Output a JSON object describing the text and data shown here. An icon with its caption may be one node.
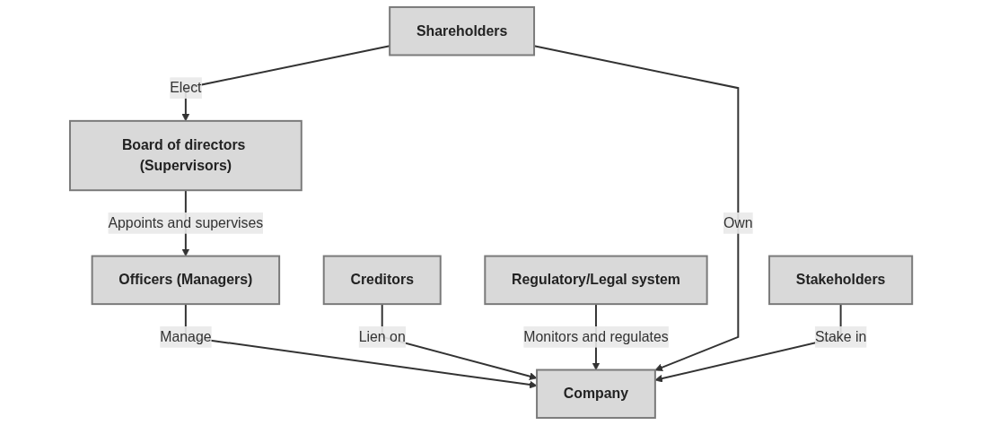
{
  "diagram": {
    "nodes": [
      {
        "text": [
          "Shareholders"
        ]
      },
      {
        "text": [
          "Board of directors (Supervisors)"
        ]
      },
      {
        "text": [
          "Stakeholders"
        ]
      },
      {
        "text": [
          "Officers (Managers)"
        ]
      },
      {
        "text": [
          "Creditors"
        ]
      },
      {
        "text": [
          "Regulatory/Legal system"
        ]
      },
      {
        "text": [
          "Company"
        ]
      }
    ],
    "edges": [
      {
        "from": 0,
        "to": 1,
        "arrow": "to",
        "label": "Elect"
      },
      {
        "from": 1,
        "to": 3,
        "arrow": "to",
        "label": "Appoints and supervises"
      },
      {
        "from": 3,
        "to": 6,
        "arrow": "to",
        "label": "Manage"
      },
      {
        "from": 4,
        "to": 6,
        "arrow": "to",
        "label": "Lien on"
      },
      {
        "from": 5,
        "to": 6,
        "arrow": "to",
        "label": "Monitors and regulates"
      },
      {
        "from": 0,
        "to": 6,
        "arrow": "to",
        "label": "Own"
      },
      {
        "from": 2,
        "to": 6,
        "arrow": "to",
        "label": "Stake in"
      }
    ]
  }
}
